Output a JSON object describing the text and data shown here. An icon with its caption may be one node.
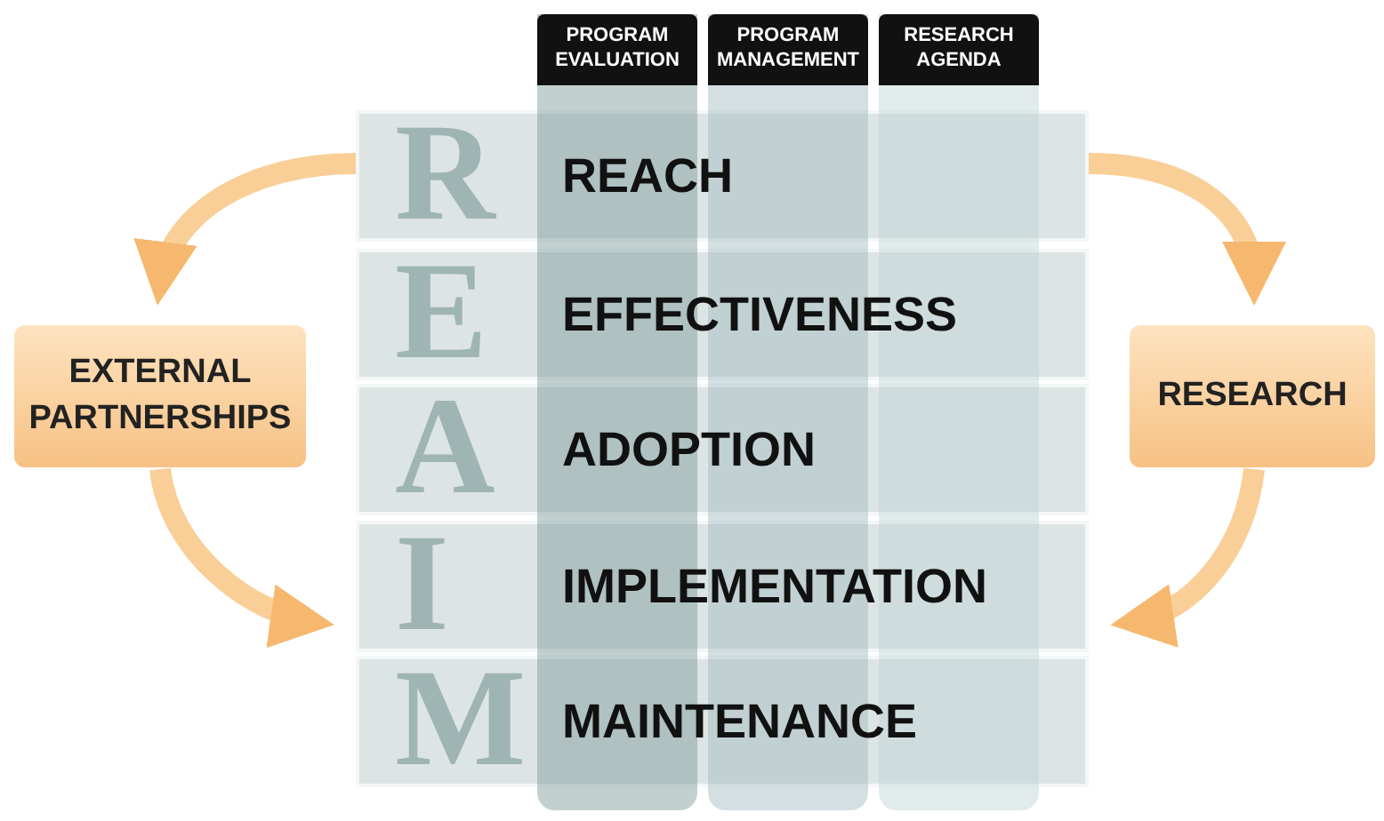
{
  "diagram": {
    "nodes": [
      {
        "text": [
          "PROGRAM EVALUATION"
        ]
      },
      {
        "text": [
          "PROGRAM MANAGEMENT"
        ]
      },
      {
        "text": [
          "RESEARCH AGENDA"
        ]
      },
      {
        "text": [
          "R",
          "REACH"
        ]
      },
      {
        "text": [
          "E",
          "EFFECTIVENESS"
        ]
      },
      {
        "text": [
          "A",
          "ADOPTION"
        ]
      },
      {
        "text": [
          "I",
          "IMPLEMENTATION"
        ]
      },
      {
        "text": [
          "M",
          "MAINTENANCE"
        ]
      },
      {
        "text": [
          "EXTERNAL PARTNERSHIPS"
        ]
      },
      {
        "text": [
          "RESEARCH"
        ]
      }
    ],
    "edges": [
      {
        "from": 3,
        "to": 8,
        "arrow": "to"
      },
      {
        "from": 8,
        "to": 6,
        "arrow": "to"
      },
      {
        "from": 3,
        "to": 9,
        "arrow": "to"
      },
      {
        "from": 9,
        "to": 6,
        "arrow": "to"
      }
    ]
  }
}
